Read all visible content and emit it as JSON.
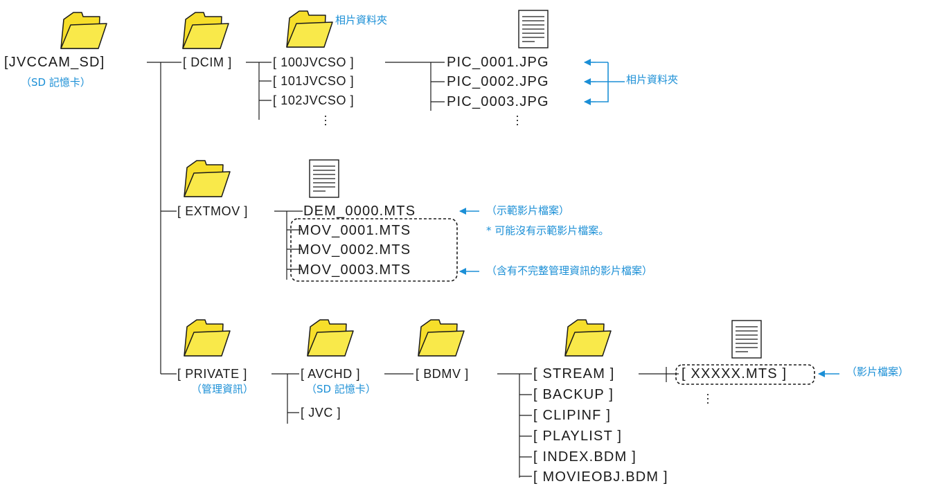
{
  "root": {
    "label": "[JVCCAM_SD]",
    "note": "（SD 記憶卡）"
  },
  "dcim": {
    "label": "[ DCIM ]",
    "folder_note": "相片資料夾",
    "subfolders": [
      "[ 100JVCSO ]",
      "[ 101JVCSO ]",
      "[ 102JVCSO ]"
    ],
    "files": [
      "PIC_0001.JPG",
      "PIC_0002.JPG",
      "PIC_0003.JPG"
    ],
    "files_note": "相片資料夾"
  },
  "extmov": {
    "label": "[ EXTMOV ]",
    "files": [
      "DEM_0000.MTS",
      "MOV_0001.MTS",
      "MOV_0002.MTS",
      "MOV_0003.MTS"
    ],
    "demo_note": "（示範影片檔案）",
    "star": "*",
    "star_note": "可能沒有示範影片檔案。",
    "incomplete_note": "（含有不完整管理資訊的影片檔案）"
  },
  "private": {
    "label": "[ PRIVATE ]",
    "note": "（管理資訊）",
    "avchd": "[ AVCHD ]",
    "avchd_note": "（SD 記憶卡）",
    "jvc": "[ JVC ]",
    "bdmv": "[ BDMV ]",
    "bdmv_items": [
      "[ STREAM ]",
      "[ BACKUP ]",
      "[ CLIPINF ]",
      "[ PLAYLIST ]",
      "[ INDEX.BDM ]",
      "[ MOVIEOBJ.BDM ]"
    ],
    "stream_file": "[ XXXXX.MTS ]",
    "stream_note": "（影片檔案）"
  },
  "colors": {
    "accent": "#1b8fd6",
    "line": "#1a1a1a",
    "folder_fill": "#f6de2a",
    "folder_edge": "#1a1a1a"
  },
  "icons": [
    "folder-icon",
    "file-icon",
    "arrow-left-icon"
  ]
}
